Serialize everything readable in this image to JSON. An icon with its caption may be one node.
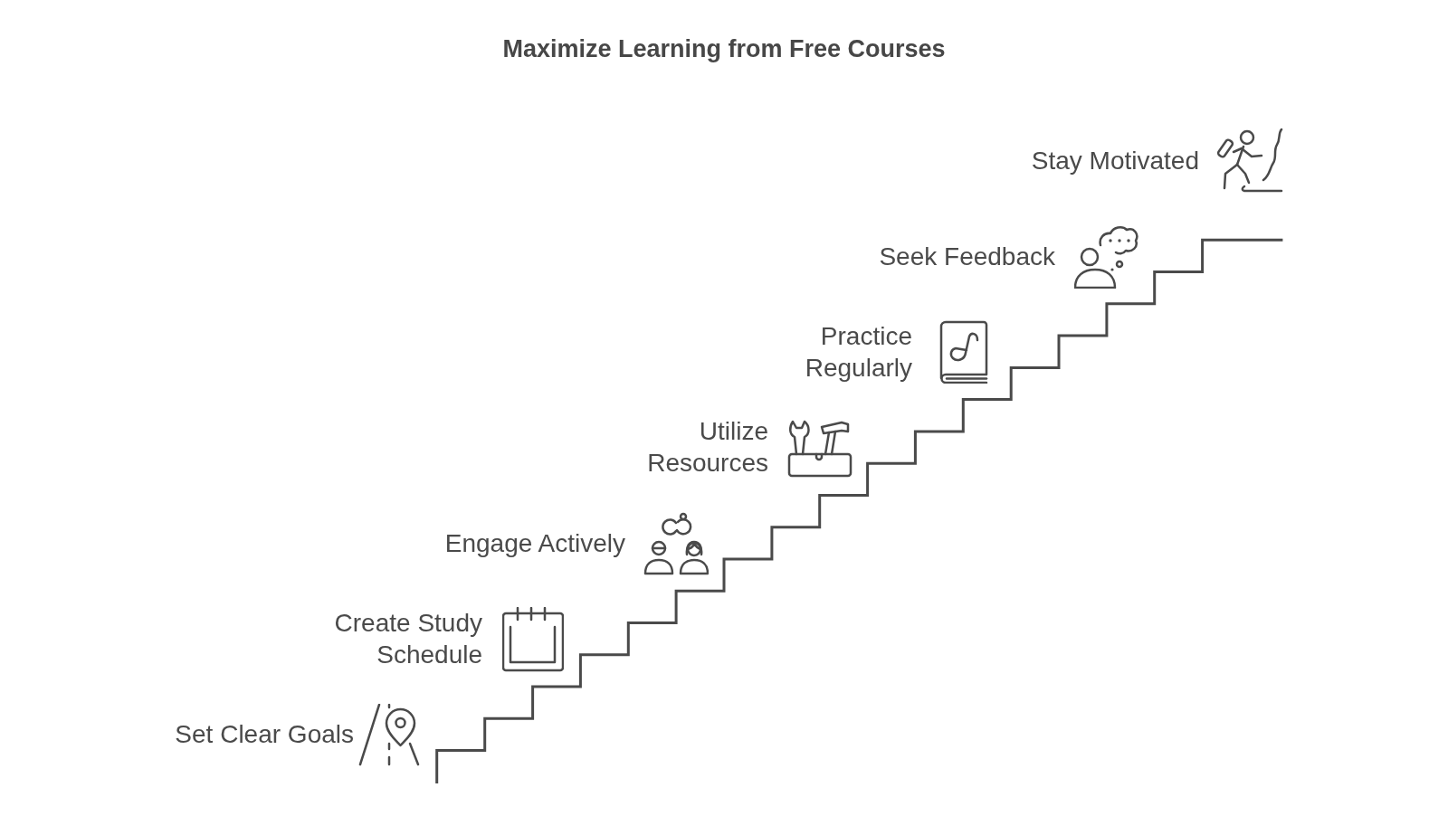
{
  "diagram": {
    "title": "Maximize Learning from Free Courses",
    "labels": [
      "Set Clear Goals",
      "Create Study Schedule",
      "Engage Actively",
      "Utilize Resources",
      "Practice Regularly",
      "Seek Feedback",
      "Stay Motivated"
    ]
  }
}
